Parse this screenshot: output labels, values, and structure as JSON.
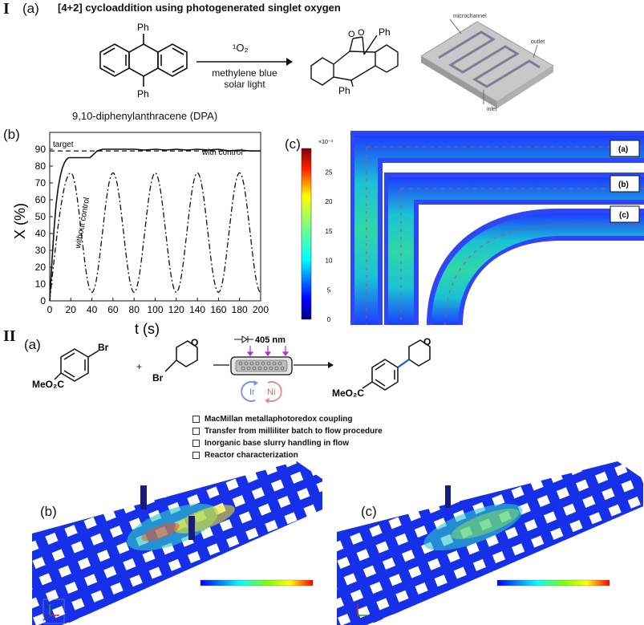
{
  "section1": {
    "roman": "I",
    "a_label": "(a)",
    "title": "[4+2] cycloaddition using photogenerated singlet oxygen",
    "reactant_sub": "Ph",
    "reagent_top": "¹O₂",
    "conditions": [
      "methylene blue",
      "solar light"
    ],
    "product_o": "O",
    "product_ph": "Ph",
    "dpa_name": "9,10-diphenylanthracene (DPA)",
    "reactor_labels": {
      "microchannel": "microchannel",
      "outlet": "outlet",
      "inlet": "inlet"
    },
    "b_label": "(b)",
    "c_label": "(c)"
  },
  "chart_data": {
    "type": "line",
    "xlabel": "t (s)",
    "ylabel": "X (%)",
    "xlim": [
      0,
      200
    ],
    "ylim": [
      0,
      100
    ],
    "xticks": [
      0,
      20,
      40,
      60,
      80,
      100,
      120,
      140,
      160,
      180,
      200
    ],
    "yticks": [
      0,
      10,
      20,
      30,
      40,
      50,
      60,
      70,
      80,
      90
    ],
    "target": {
      "label": "target",
      "value": 89
    },
    "series": [
      {
        "name": "with control",
        "style": "solid",
        "x": [
          0,
          2,
          4,
          6,
          8,
          10,
          12,
          14,
          16,
          18,
          20,
          30,
          38,
          40,
          45,
          50,
          60,
          70,
          80,
          90,
          100,
          110,
          120,
          130,
          140,
          150,
          160,
          170,
          180,
          190,
          200
        ],
        "y": [
          0,
          22,
          42,
          57,
          67,
          74,
          79,
          82,
          84,
          85,
          85,
          85,
          85,
          86,
          89,
          90,
          90,
          90,
          90,
          89.5,
          90,
          89.5,
          90,
          89.5,
          90,
          89.5,
          90,
          89,
          89.5,
          89,
          89
        ]
      },
      {
        "name": "without control",
        "style": "dash-dot",
        "period": 40,
        "min": 5,
        "max": 76
      }
    ]
  },
  "colorbar": {
    "scale_label": "×10⁻³",
    "ticks": [
      "0",
      "5",
      "10",
      "15",
      "20",
      "25"
    ],
    "tick_values": [
      0,
      5,
      10,
      15,
      20,
      25
    ],
    "max": 29
  },
  "flow_fields": [
    {
      "label": "(a)"
    },
    {
      "label": "(b)"
    },
    {
      "label": "(c)"
    }
  ],
  "section2": {
    "roman": "II",
    "a_label": "(a)",
    "reactant1_group": "MeO₂C",
    "reactant1_br": "Br",
    "plus": "+",
    "reactant2_br": "Br",
    "reactant2_o": "O",
    "wavelength": "405 nm",
    "catalysts": [
      "Ir",
      "Ni"
    ],
    "product_group": "MeO₂C",
    "product_o": "O",
    "checklist": [
      "MacMillan metallaphotoredox coupling",
      "Transfer from milliliter batch to flow procedure",
      "Inorganic base slurry handling in flow",
      "Reactor characterization"
    ],
    "b_label": "(b)",
    "c_label": "(c)"
  }
}
